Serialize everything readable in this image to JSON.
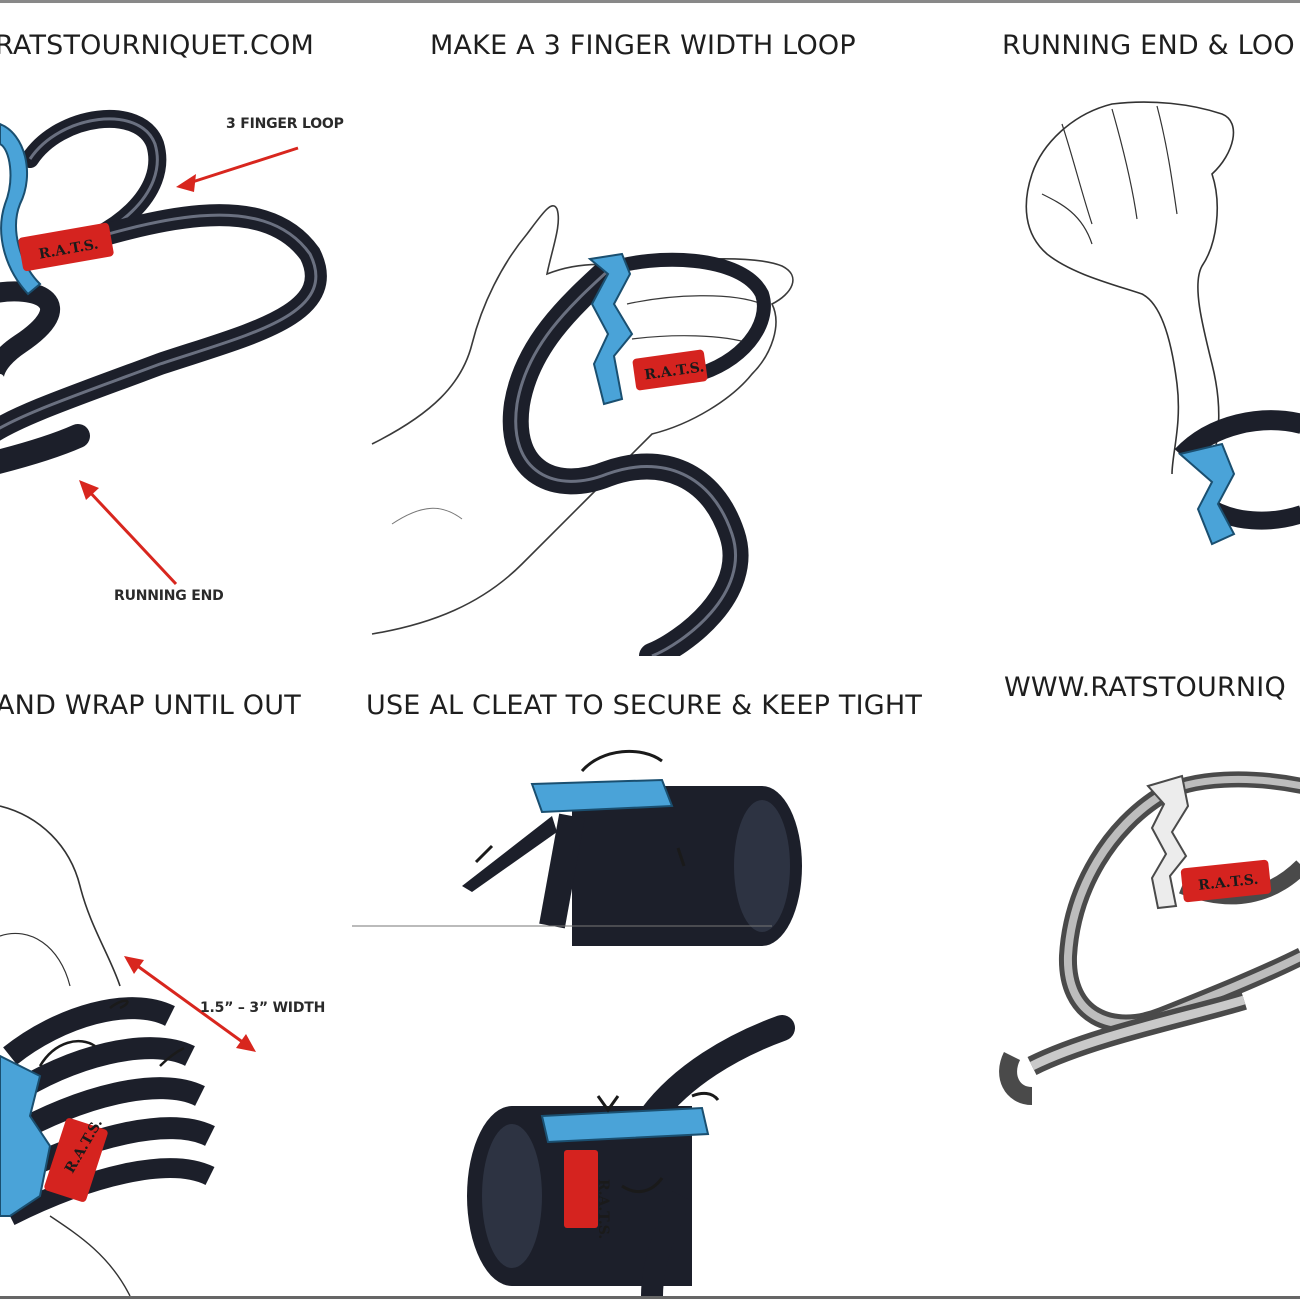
{
  "panels": [
    {
      "title": "RATSTOURNIQUET.COM",
      "labels": {
        "loop": "3 FINGER LOOP",
        "running_end": "RUNNING END"
      }
    },
    {
      "title": "MAKE A 3 FINGER WIDTH LOOP"
    },
    {
      "title": "RUNNING END & LOO"
    },
    {
      "title": "AND WRAP UNTIL OUT",
      "labels": {
        "width": "1.5” – 3” WIDTH"
      }
    },
    {
      "title": "USE AL CLEAT TO SECURE & KEEP TIGHT"
    },
    {
      "title": "WWW.RATSTOURNIQ"
    }
  ],
  "brand_tag": "R.A.T.S.",
  "colors": {
    "band": "#1c1f2a",
    "cleat": "#4aa3d8",
    "tag": "#d5231f",
    "arrow": "#d8261e",
    "ink": "#222222"
  }
}
